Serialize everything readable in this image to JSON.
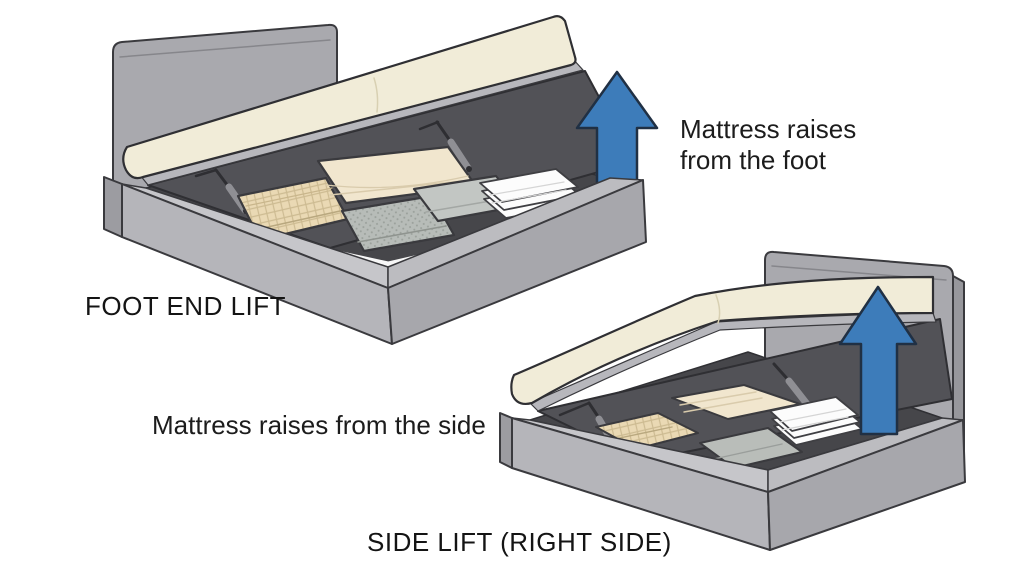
{
  "annotations": {
    "bed1_note_line1": "Mattress raises",
    "bed1_note_line2": "from the foot",
    "bed1_caption": "FOOT END LIFT",
    "bed2_note": "Mattress raises from the side",
    "bed2_caption": "SIDE LIFT (RIGHT SIDE)"
  },
  "icons": {
    "bed1_arrow": "up-arrow",
    "bed2_arrow": "up-arrow"
  },
  "colors": {
    "arrow_fill": "#3d7cba",
    "arrow_outline": "#203044",
    "mattress_cream": "#f1ecd8",
    "platform_edge": "#b7b7bc",
    "lid_underside": "#525257",
    "interior_dark": "#46464a",
    "headboard_gray": "#a9a9ae",
    "headboard_edge": "#97979c",
    "wall_light": "#b5b5ba",
    "wall_dark": "#a7a7ac",
    "rim_light": "#c6c6ca",
    "rim_dark": "#bcbcc0",
    "outline": "#3a3a3e",
    "text_color": "#1c1c1c",
    "blanket_cream": "#f1e6ce",
    "blanket_gray": "#b9bdb9",
    "blanket_gray_light": "#c2c6c3",
    "towel_white": "#fcfcfc"
  }
}
